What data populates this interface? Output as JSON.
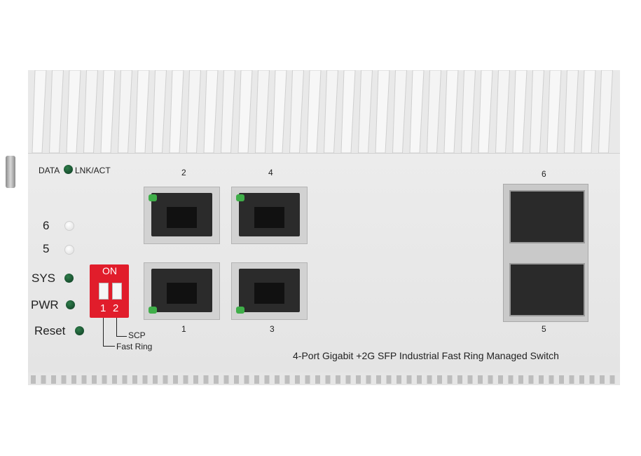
{
  "indicator_header": {
    "data": "DATA",
    "lnk_act": "LNK/ACT"
  },
  "leds": [
    {
      "label": "6",
      "color": "white"
    },
    {
      "label": "5",
      "color": "white"
    },
    {
      "label": "SYS",
      "color": "green"
    },
    {
      "label": "PWR",
      "color": "green"
    },
    {
      "label": "Reset",
      "color": "green"
    }
  ],
  "dip_switch": {
    "on_label": "ON",
    "switches": [
      "1",
      "2"
    ],
    "labels": {
      "scp": "SCP",
      "fast_ring": "Fast Ring"
    },
    "color": "#e11d2b"
  },
  "ports": {
    "rj45": [
      {
        "number": "2"
      },
      {
        "number": "4"
      },
      {
        "number": "1"
      },
      {
        "number": "3"
      }
    ],
    "sfp": [
      {
        "number": "6"
      },
      {
        "number": "5"
      }
    ]
  },
  "product_title": "4-Port Gigabit +2G SFP Industrial Fast Ring Managed Switch",
  "colors": {
    "led_green": "#1f6b3a",
    "port_led": "#3fae49",
    "dip": "#e11d2b",
    "chassis": "#e8e8e8"
  }
}
